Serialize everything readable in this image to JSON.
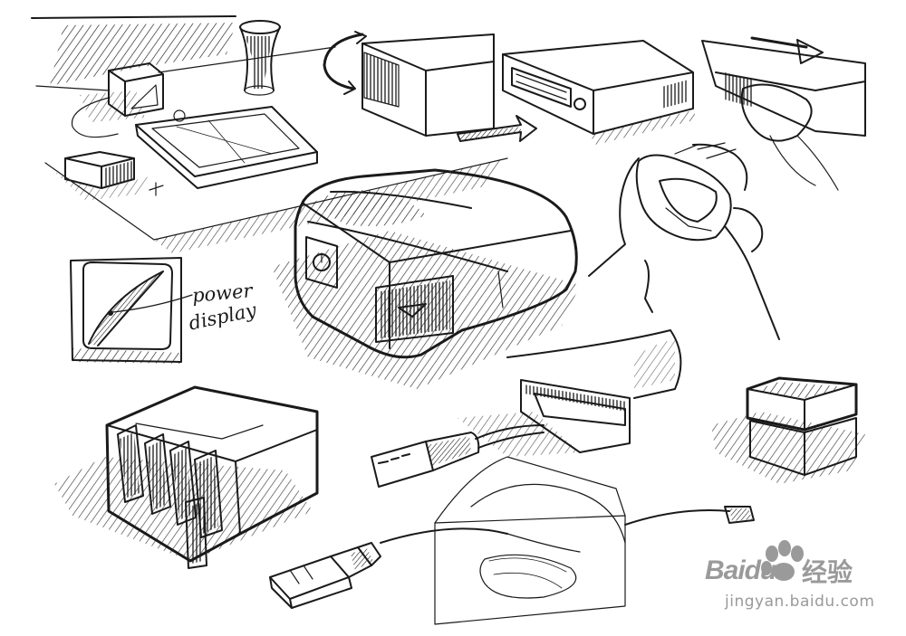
{
  "annotations": {
    "power": "power",
    "display": "display"
  },
  "watermark": {
    "brand": "Baidu",
    "brand_cn": "经验",
    "url": "jingyan.baidu.com",
    "color": "#9a9a9a"
  },
  "ink_color": "#1a1a1a"
}
